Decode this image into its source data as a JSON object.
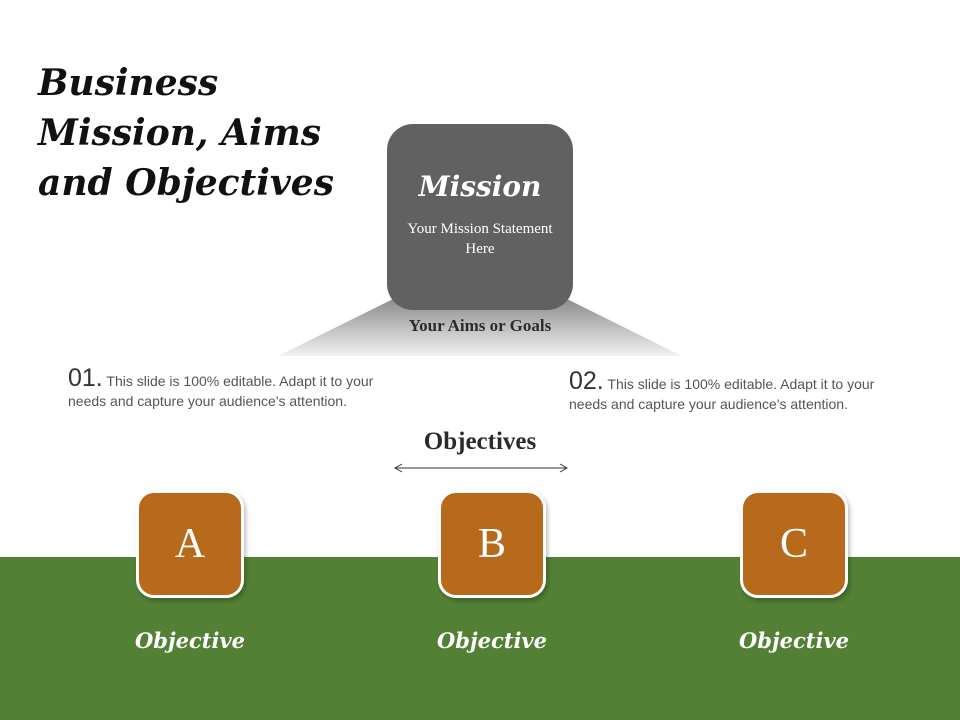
{
  "slide": {
    "title": "Business Mission, Aims and Objectives"
  },
  "mission": {
    "title": "Mission",
    "statement": "Your Mission Statement Here"
  },
  "aims": {
    "label": "Your Aims or Goals"
  },
  "notes": [
    {
      "number": "01.",
      "text": "This slide is 100% editable. Adapt it to your needs and capture your audience's attention."
    },
    {
      "number": "02.",
      "text": "This slide is 100% editable. Adapt it to your needs and capture your audience's attention."
    }
  ],
  "objectives": {
    "heading": "Objectives",
    "items": [
      {
        "letter": "A",
        "label": "Objective"
      },
      {
        "letter": "B",
        "label": "Objective"
      },
      {
        "letter": "C",
        "label": "Objective"
      }
    ]
  },
  "colors": {
    "mission_box": "#616161",
    "objective_box": "#b86a1c",
    "ground": "#528035"
  }
}
